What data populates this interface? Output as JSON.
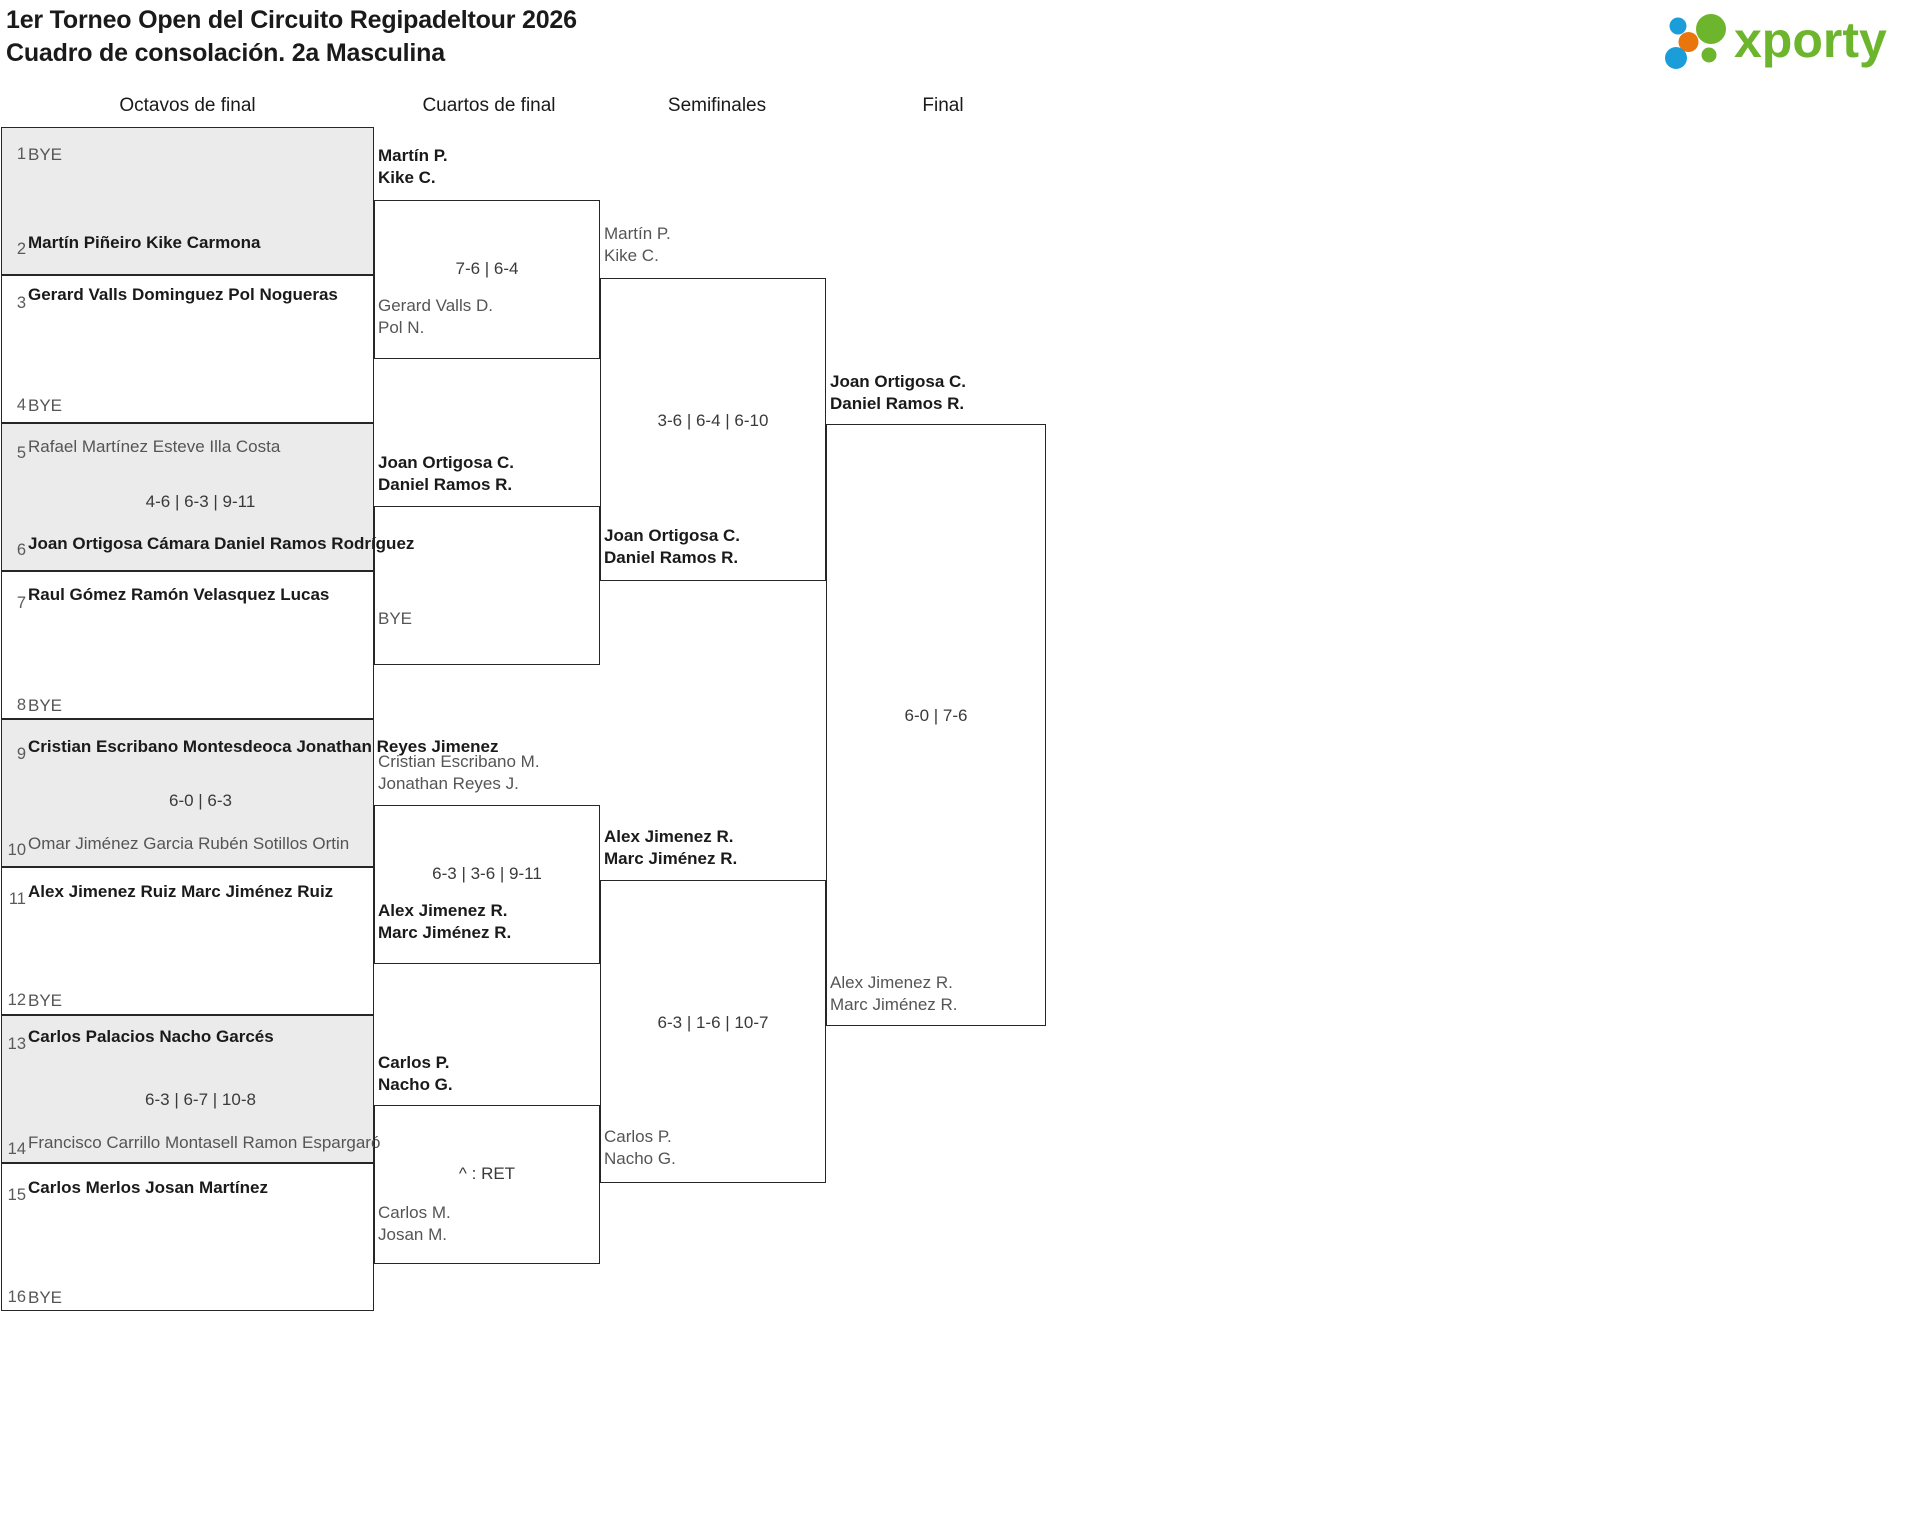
{
  "header": {
    "title_line1": "1er Torneo Open del Circuito Regipadeltour 2026",
    "title_line2": "Cuadro de consolación. 2a Masculina",
    "logo_text": "xporty",
    "logo_colors": {
      "green": "#6CB52D",
      "orange": "#E8760C",
      "blue": "#1B9DD9"
    }
  },
  "rounds": [
    {
      "label": "Octavos de final"
    },
    {
      "label": "Cuartos de final"
    },
    {
      "label": "Semifinales"
    },
    {
      "label": "Final"
    }
  ],
  "round1": {
    "matches": [
      {
        "shaded": true,
        "top": {
          "seed": "1",
          "bye": true,
          "lines": [
            "BYE"
          ],
          "winner": false
        },
        "score": "",
        "bottom": {
          "seed": "2",
          "bye": false,
          "lines": [
            "Martín Piñeiro",
            "Kike Carmona"
          ],
          "winner": true
        }
      },
      {
        "shaded": false,
        "top": {
          "seed": "3",
          "bye": false,
          "lines": [
            "Gerard Valls Dominguez",
            "Pol Nogueras"
          ],
          "winner": true
        },
        "score": "",
        "bottom": {
          "seed": "4",
          "bye": true,
          "lines": [
            "BYE"
          ],
          "winner": false
        }
      },
      {
        "shaded": true,
        "top": {
          "seed": "5",
          "bye": false,
          "lines": [
            "Rafael Martínez",
            "Esteve Illa Costa"
          ],
          "winner": false
        },
        "score": "4-6 | 6-3 | 9-11",
        "bottom": {
          "seed": "6",
          "bye": false,
          "lines": [
            "Joan Ortigosa Cámara",
            "Daniel Ramos Rodríguez"
          ],
          "winner": true
        }
      },
      {
        "shaded": false,
        "top": {
          "seed": "7",
          "bye": false,
          "lines": [
            "Raul Gómez",
            "Ramón Velasquez Lucas"
          ],
          "winner": true
        },
        "score": "",
        "bottom": {
          "seed": "8",
          "bye": true,
          "lines": [
            "BYE"
          ],
          "winner": false
        }
      },
      {
        "shaded": true,
        "top": {
          "seed": "9",
          "bye": false,
          "lines": [
            "Cristian Escribano Montesdeoca",
            "Jonathan Reyes Jimenez"
          ],
          "winner": true
        },
        "score": "6-0 | 6-3",
        "bottom": {
          "seed": "10",
          "bye": false,
          "lines": [
            "Omar Jiménez Garcia",
            "Rubén Sotillos Ortin"
          ],
          "winner": false
        }
      },
      {
        "shaded": false,
        "top": {
          "seed": "11",
          "bye": false,
          "lines": [
            "Alex Jimenez Ruiz",
            "Marc Jiménez Ruiz"
          ],
          "winner": true
        },
        "score": "",
        "bottom": {
          "seed": "12",
          "bye": true,
          "lines": [
            "BYE"
          ],
          "winner": false
        }
      },
      {
        "shaded": true,
        "top": {
          "seed": "13",
          "bye": false,
          "lines": [
            "Carlos Palacios",
            "Nacho Garcés"
          ],
          "winner": true
        },
        "score": "6-3 | 6-7 | 10-8",
        "bottom": {
          "seed": "14",
          "bye": false,
          "lines": [
            "Francisco Carrillo Montasell",
            "Ramon Espargaró"
          ],
          "winner": false
        }
      },
      {
        "shaded": false,
        "top": {
          "seed": "15",
          "bye": false,
          "lines": [
            "Carlos Merlos",
            "Josan Martínez"
          ],
          "winner": true
        },
        "score": "",
        "bottom": {
          "seed": "16",
          "bye": true,
          "lines": [
            "BYE"
          ],
          "winner": false
        }
      }
    ]
  },
  "round2": {
    "matches": [
      {
        "top": {
          "lines": [
            "Martín P.",
            "Kike C."
          ],
          "winner": true,
          "bye": false
        },
        "score": "7-6 | 6-4",
        "bottom": {
          "lines": [
            "Gerard Valls D.",
            "Pol N."
          ],
          "winner": false,
          "bye": false
        }
      },
      {
        "top": {
          "lines": [
            "Joan Ortigosa C.",
            "Daniel Ramos R."
          ],
          "winner": true,
          "bye": false
        },
        "score": "",
        "bottom": {
          "lines": [
            "BYE"
          ],
          "winner": false,
          "bye": true
        }
      },
      {
        "top": {
          "lines": [
            "Cristian Escribano M.",
            "Jonathan Reyes J."
          ],
          "winner": false,
          "bye": false
        },
        "score": "6-3 | 3-6 | 9-11",
        "bottom": {
          "lines": [
            "Alex Jimenez R.",
            "Marc Jiménez R."
          ],
          "winner": true,
          "bye": false
        }
      },
      {
        "top": {
          "lines": [
            "Carlos P.",
            "Nacho G."
          ],
          "winner": true,
          "bye": false
        },
        "score": "^ : RET",
        "bottom": {
          "lines": [
            "Carlos M.",
            "Josan M."
          ],
          "winner": false,
          "bye": false
        }
      }
    ]
  },
  "round3": {
    "matches": [
      {
        "top": {
          "lines": [
            "Martín P.",
            "Kike C."
          ],
          "winner": false
        },
        "score": "3-6 | 6-4 | 6-10",
        "bottom": {
          "lines": [
            "Joan Ortigosa C.",
            "Daniel Ramos R."
          ],
          "winner": true
        }
      },
      {
        "top": {
          "lines": [
            "Alex Jimenez R.",
            "Marc Jiménez R."
          ],
          "winner": true
        },
        "score": "6-3 | 1-6 | 10-7",
        "bottom": {
          "lines": [
            "Carlos P.",
            "Nacho G."
          ],
          "winner": false
        }
      }
    ]
  },
  "round4": {
    "matches": [
      {
        "top": {
          "lines": [
            "Joan Ortigosa C.",
            "Daniel Ramos R."
          ],
          "winner": true
        },
        "score": "6-0 | 7-6",
        "bottom": {
          "lines": [
            "Alex Jimenez R.",
            "Marc Jiménez R."
          ],
          "winner": false
        }
      }
    ]
  }
}
